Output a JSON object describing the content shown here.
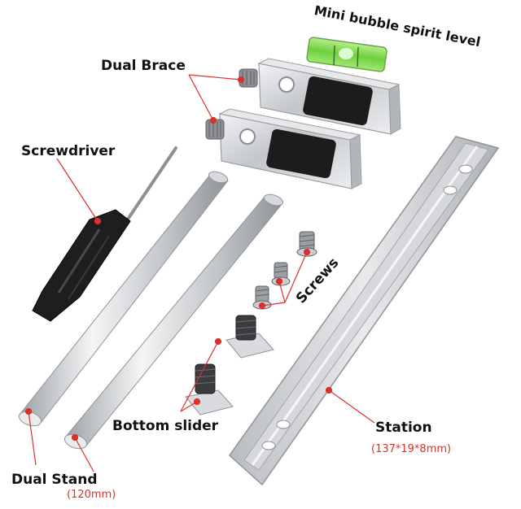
{
  "labels": {
    "spirit_level": "Mini bubble spirit level",
    "dual_brace": "Dual Brace",
    "screwdriver": "Screwdriver",
    "screws": "Screws",
    "bottom_slider": "Bottom slider",
    "station": "Station",
    "station_size": "(137*19*8mm)",
    "dual_stand": "Dual Stand",
    "stand_size": "(120mm)"
  },
  "colors": {
    "background": "#ffffff",
    "label_text": "#111111",
    "annotation_red": "#d8322b",
    "aluminum": "#c9ccd0",
    "pad_black": "#1c1c1c",
    "level_green": "#7cd64a"
  },
  "icons": [
    "spirit-level-icon",
    "brace-block-icon",
    "screwdriver-icon",
    "screw-icon",
    "rod-icon",
    "rail-icon"
  ]
}
